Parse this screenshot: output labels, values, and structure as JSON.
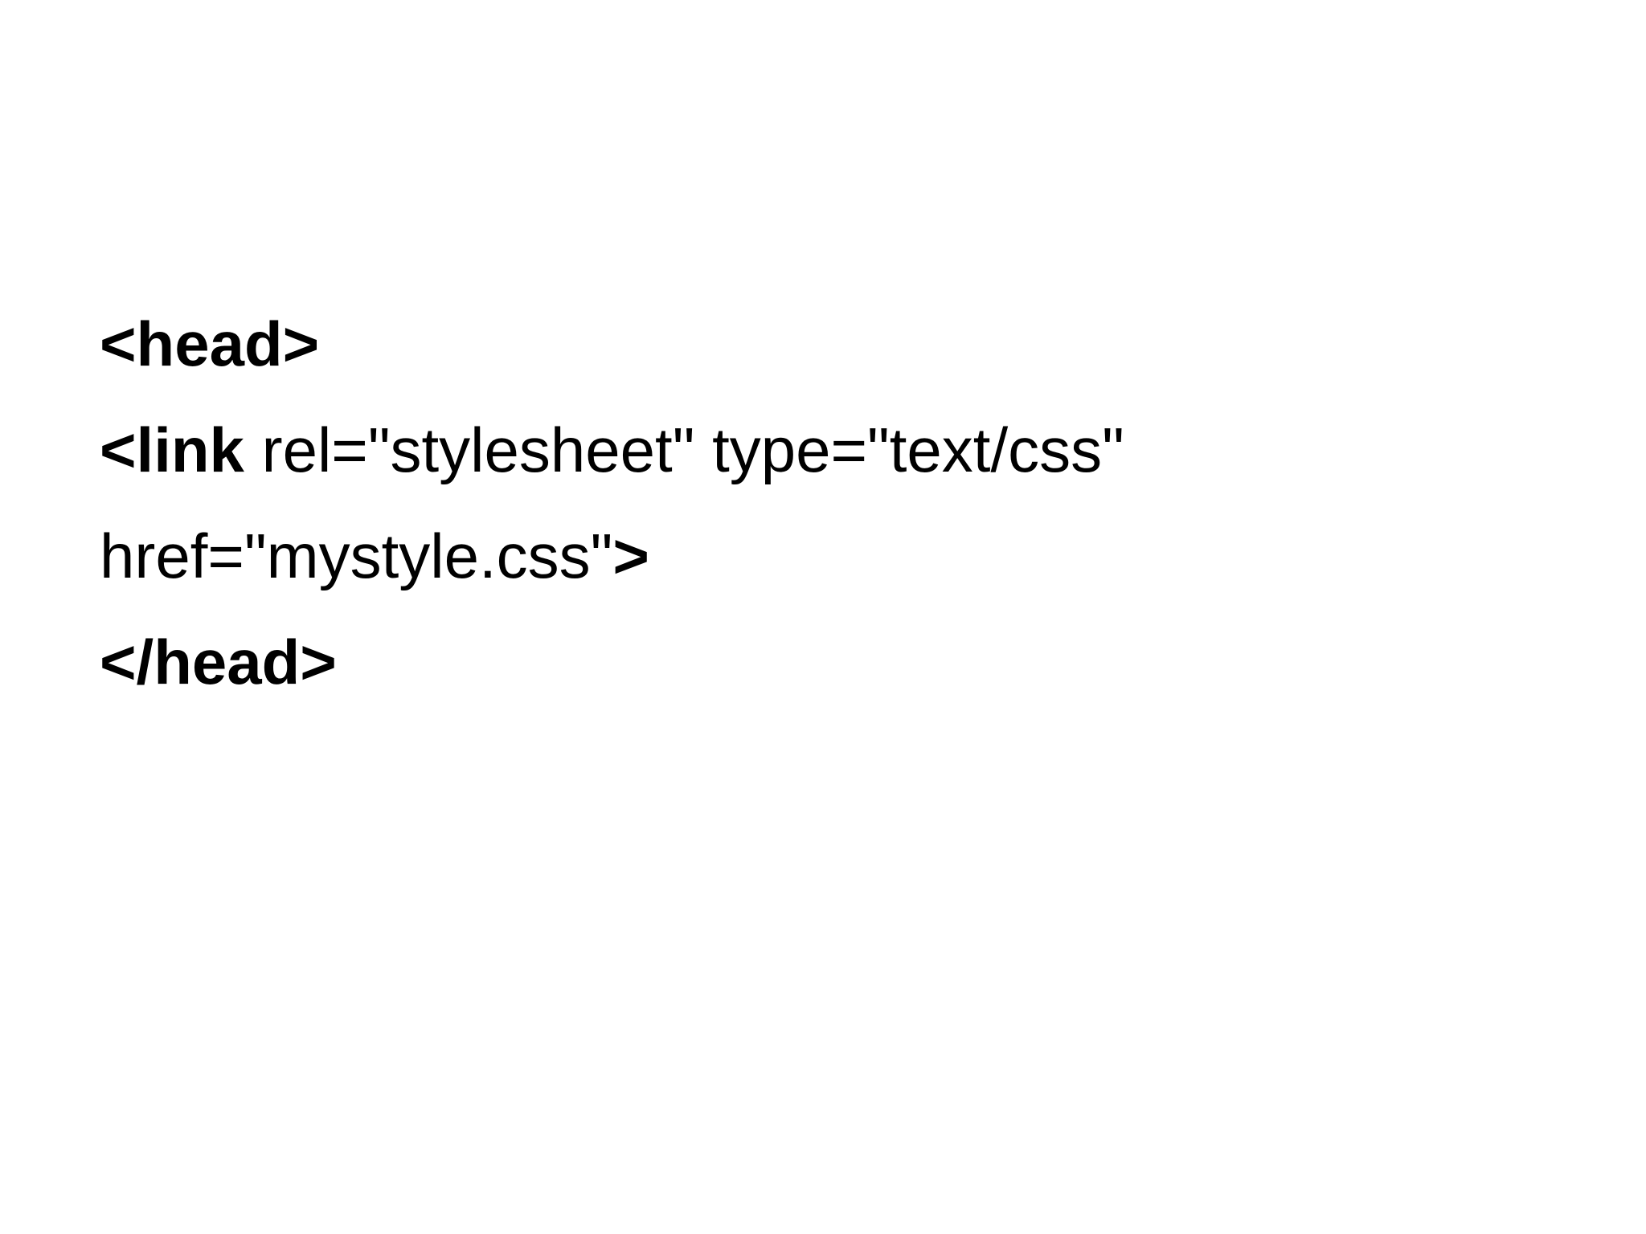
{
  "slide": {
    "lines": [
      {
        "tag": "<head>"
      },
      {
        "tag": "<link",
        "text": " rel=\"stylesheet\" type=\"text/css\""
      },
      {
        "text": "href=\"mystyle.css\"",
        "tag": ">"
      },
      {
        "tag": "</head>"
      }
    ]
  }
}
